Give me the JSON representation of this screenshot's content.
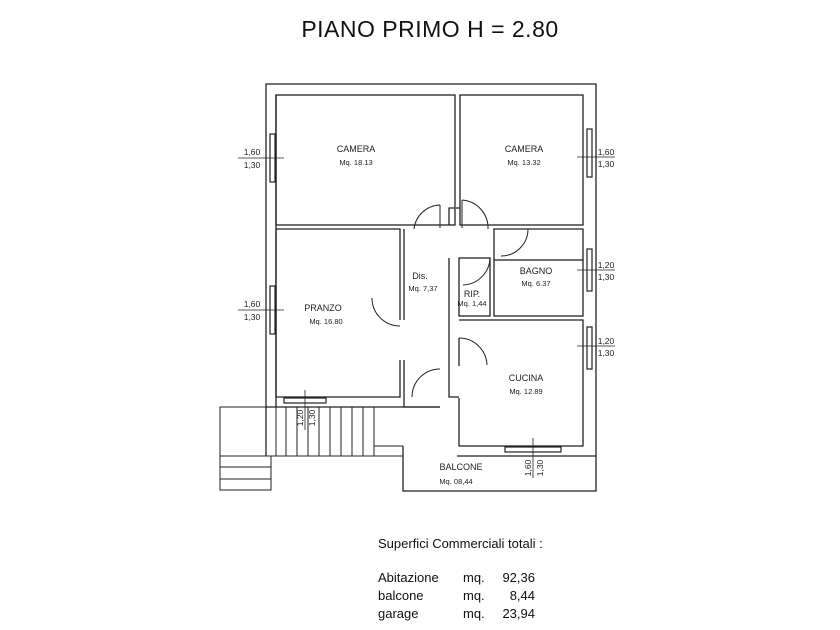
{
  "title": "PIANO PRIMO  H = 2.80",
  "rooms": {
    "camera1": {
      "name": "CAMERA",
      "area": "Mq. 18.13"
    },
    "camera2": {
      "name": "CAMERA",
      "area": "Mq. 13.32"
    },
    "dis": {
      "name": "Dis.",
      "area": "Mq. 7,37"
    },
    "rip": {
      "name": "RIP.",
      "area": "Mq. 1,44"
    },
    "bagno": {
      "name": "BAGNO",
      "area": "Mq. 6.37"
    },
    "pranzo": {
      "name": "PRANZO",
      "area": "Mq. 16.80"
    },
    "cucina": {
      "name": "CUCINA",
      "area": "Mq. 12.89"
    },
    "balcone": {
      "name": "BALCONE",
      "area": "Mq. 08,44"
    }
  },
  "windows": {
    "camera1": {
      "w": "1,60",
      "h": "1,30"
    },
    "camera2": {
      "w": "1,60",
      "h": "1,30"
    },
    "bagno": {
      "w": "1,20",
      "h": "1,30"
    },
    "pranzo_side": {
      "w": "1,60",
      "h": "1,30"
    },
    "cucina_side": {
      "w": "1,20",
      "h": "1,30"
    },
    "pranzo_bottom": {
      "w": "1,20",
      "h": "1,30"
    },
    "cucina_bottom": {
      "w": "1,60",
      "h": "1,30"
    }
  },
  "totals": {
    "header": "Superfici Commerciali totali :",
    "rows": [
      {
        "label": "Abitazione",
        "unit": "mq.",
        "value": "92,36"
      },
      {
        "label": "balcone",
        "unit": "mq.",
        "value": "8,44"
      },
      {
        "label": "garage",
        "unit": "mq.",
        "value": "23,94"
      }
    ]
  }
}
